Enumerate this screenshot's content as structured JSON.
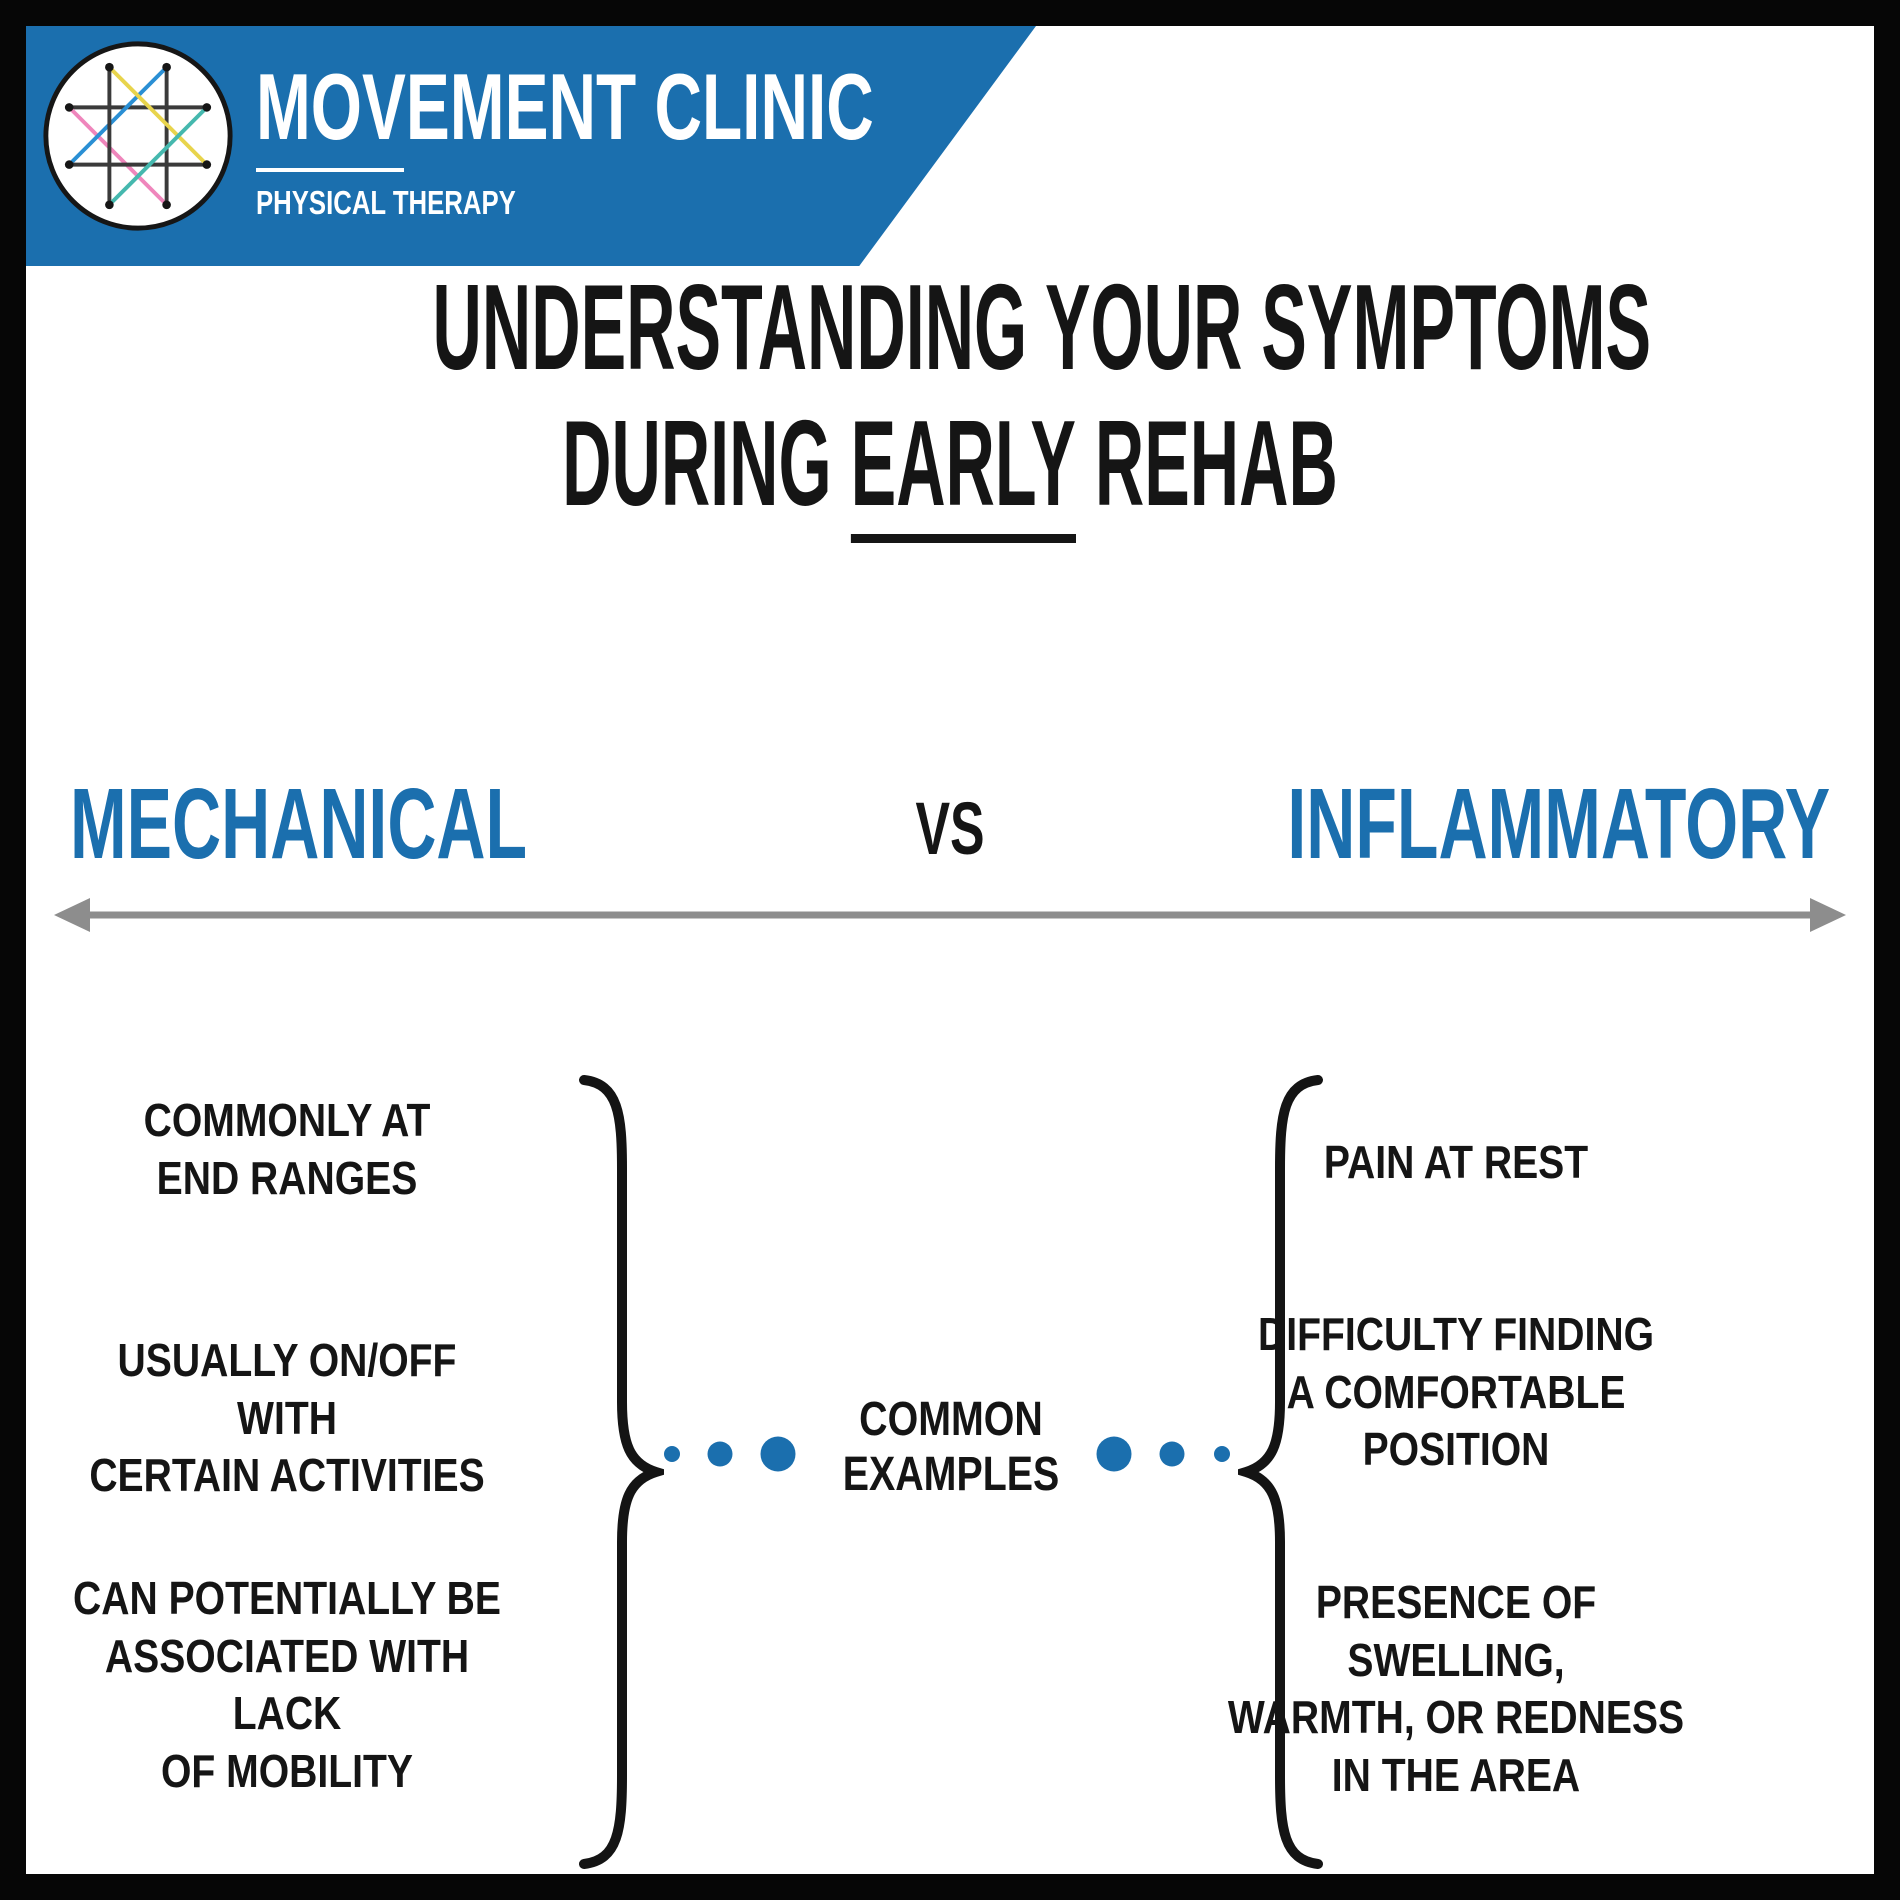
{
  "colors": {
    "brand_blue": "#1b6fae",
    "ink": "#151515",
    "arrow_gray": "#8d8d8d"
  },
  "header": {
    "brand": "MOVEMENT CLINIC",
    "tagline": "PHYSICAL THERAPY",
    "logo": "movement-clinic-logo"
  },
  "title": {
    "line1": "UNDERSTANDING YOUR SYMPTOMS",
    "line2_pre": "DURING",
    "line2_underlined": "EARLY",
    "line2_post": "REHAB"
  },
  "comparison": {
    "left": "MECHANICAL",
    "vs": "VS",
    "right": "INFLAMMATORY"
  },
  "center_label": {
    "line1": "COMMON",
    "line2": "EXAMPLES"
  },
  "mechanical_items": [
    "COMMONLY AT\nEND RANGES",
    "USUALLY ON/OFF WITH\nCERTAIN ACTIVITIES",
    "CAN POTENTIALLY BE\nASSOCIATED WITH LACK\nOF MOBILITY"
  ],
  "inflammatory_items": [
    "PAIN AT REST",
    "DIFFICULTY FINDING\nA COMFORTABLE\nPOSITION",
    "PRESENCE OF SWELLING,\nWARMTH, OR REDNESS\nIN THE AREA"
  ]
}
